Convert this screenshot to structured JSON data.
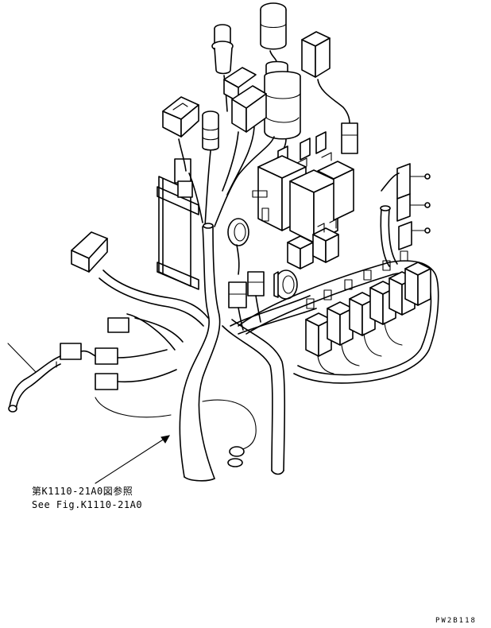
{
  "reference": {
    "japanese": "第K1110-21A0図参照",
    "english": "See Fig.K1110-21A0"
  },
  "drawing_code": "PW2B118"
}
